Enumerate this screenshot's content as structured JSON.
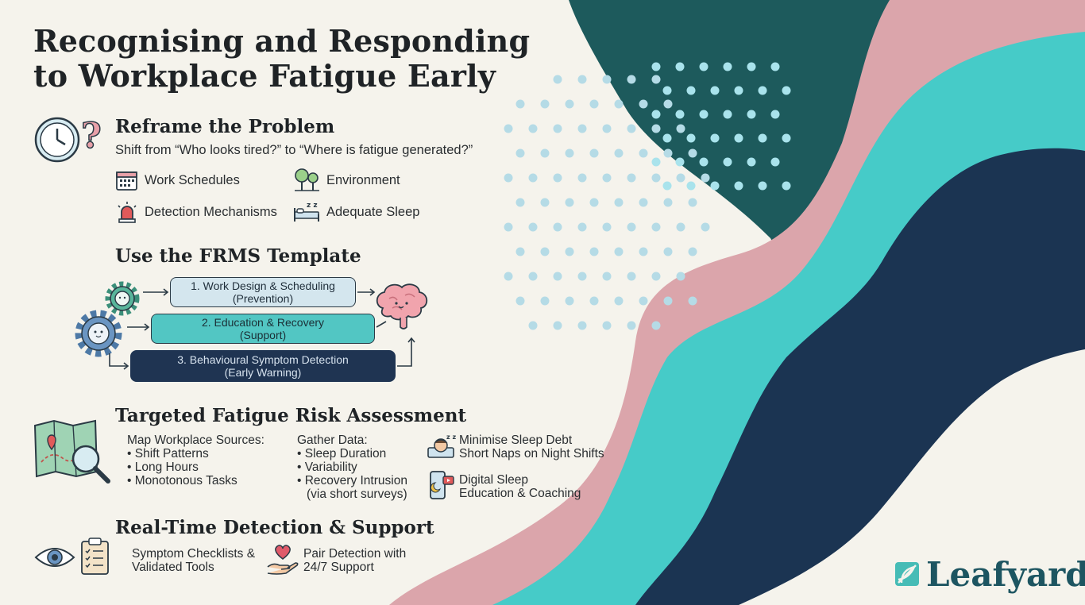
{
  "title_line1": "Recognising and Responding",
  "title_line2": "to Workplace Fatigue Early",
  "reframe": {
    "heading": "Reframe the Problem",
    "subtitle": "Shift from “Who looks tired?” to “Where is fatigue generated?”",
    "items": [
      "Work Schedules",
      "Environment",
      "Detection Mechanisms",
      "Adequate Sleep"
    ]
  },
  "frms": {
    "heading": "Use the FRMS Template",
    "steps": [
      {
        "label": "1. Work Design & Scheduling",
        "sub": "(Prevention)"
      },
      {
        "label": "2. Education & Recovery",
        "sub": "(Support)"
      },
      {
        "label": "3. Behavioural Symptom Detection",
        "sub": "(Early Warning)"
      }
    ]
  },
  "assessment": {
    "heading": "Targeted Fatigue Risk Assessment",
    "map_title": "Map Workplace Sources:",
    "map_items": [
      "• Shift Patterns",
      "• Long Hours",
      "• Monotonous Tasks"
    ],
    "gather_title": "Gather Data:",
    "gather_items": [
      "• Sleep Duration",
      "• Variability",
      "• Recovery Intrusion",
      "(via short surveys)"
    ],
    "sleep_line1": "Minimise Sleep Debt",
    "sleep_line2": "Short Naps on Night Shifts",
    "digital_line1": "Digital Sleep",
    "digital_line2": "Education & Coaching"
  },
  "realtime": {
    "heading": "Real-Time Detection & Support",
    "checklist_line1": "Symptom Checklists &",
    "checklist_line2": "Validated Tools",
    "pair_line1": "Pair Detection with",
    "pair_line2": "24/7 Support"
  },
  "logo": "Leafyard",
  "colors": {
    "background": "#f5f3ec",
    "dark_green": "#1d5a5c",
    "pink": "#dba5ab",
    "teal": "#46cbc8",
    "navy": "#1b3452",
    "dots": "#b5dbe6"
  }
}
